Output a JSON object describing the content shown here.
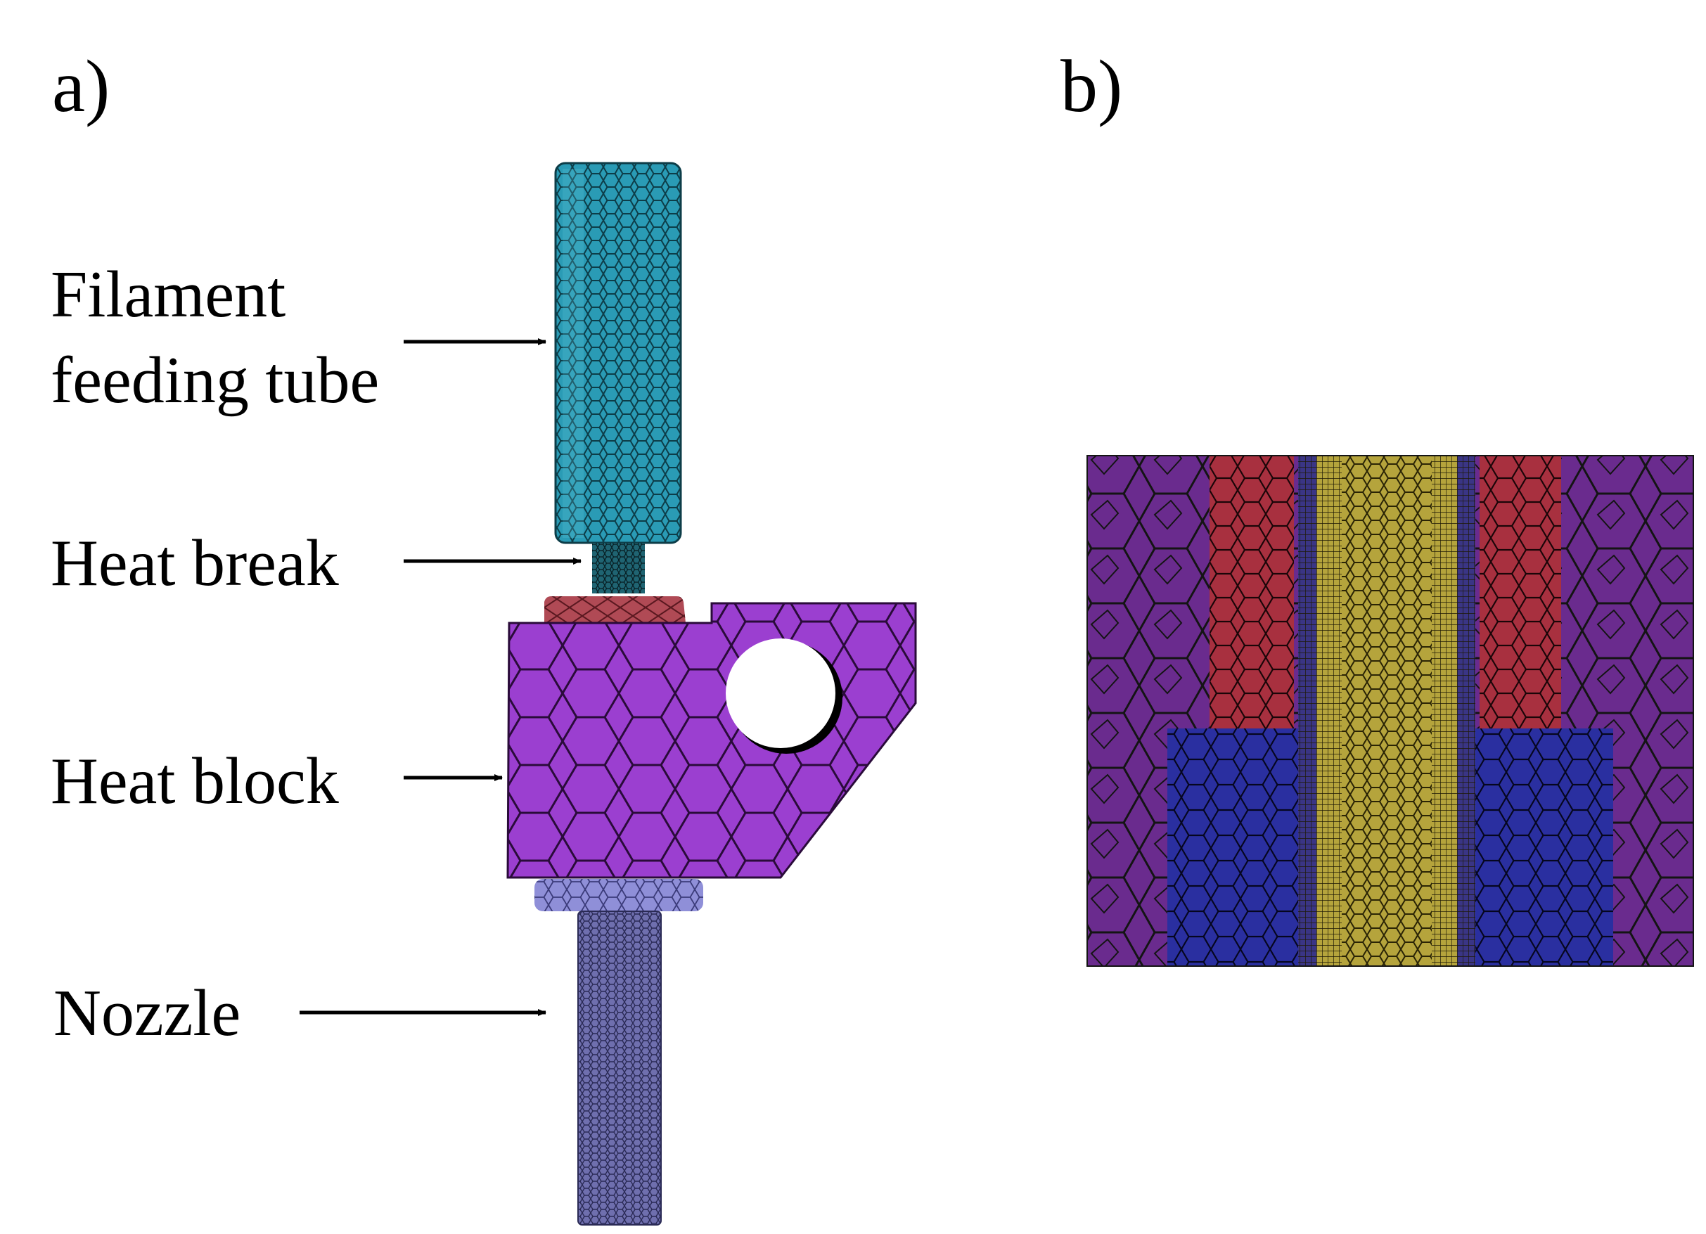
{
  "panels": {
    "a": {
      "label": "a)"
    },
    "b": {
      "label": "b)"
    }
  },
  "callouts": {
    "filament_line1": "Filament",
    "filament_line2": "feeding tube",
    "heat_break": "Heat break",
    "heat_block": "Heat block",
    "nozzle": "Nozzle"
  },
  "colors": {
    "feeding_tube": "#2a9bb5",
    "heat_break": "#1f6472",
    "heater_cap": "#b04a55",
    "heat_block": "#9b3fd0",
    "nozzle_ring": "#8f8fd8",
    "nozzle": "#6f6fae",
    "mesh_outer": "#6a2b8e",
    "mesh_red": "#a8303f",
    "mesh_blue": "#2a2fa0",
    "mesh_yellow": "#b5a43c",
    "mesh_edge": "#111111"
  }
}
